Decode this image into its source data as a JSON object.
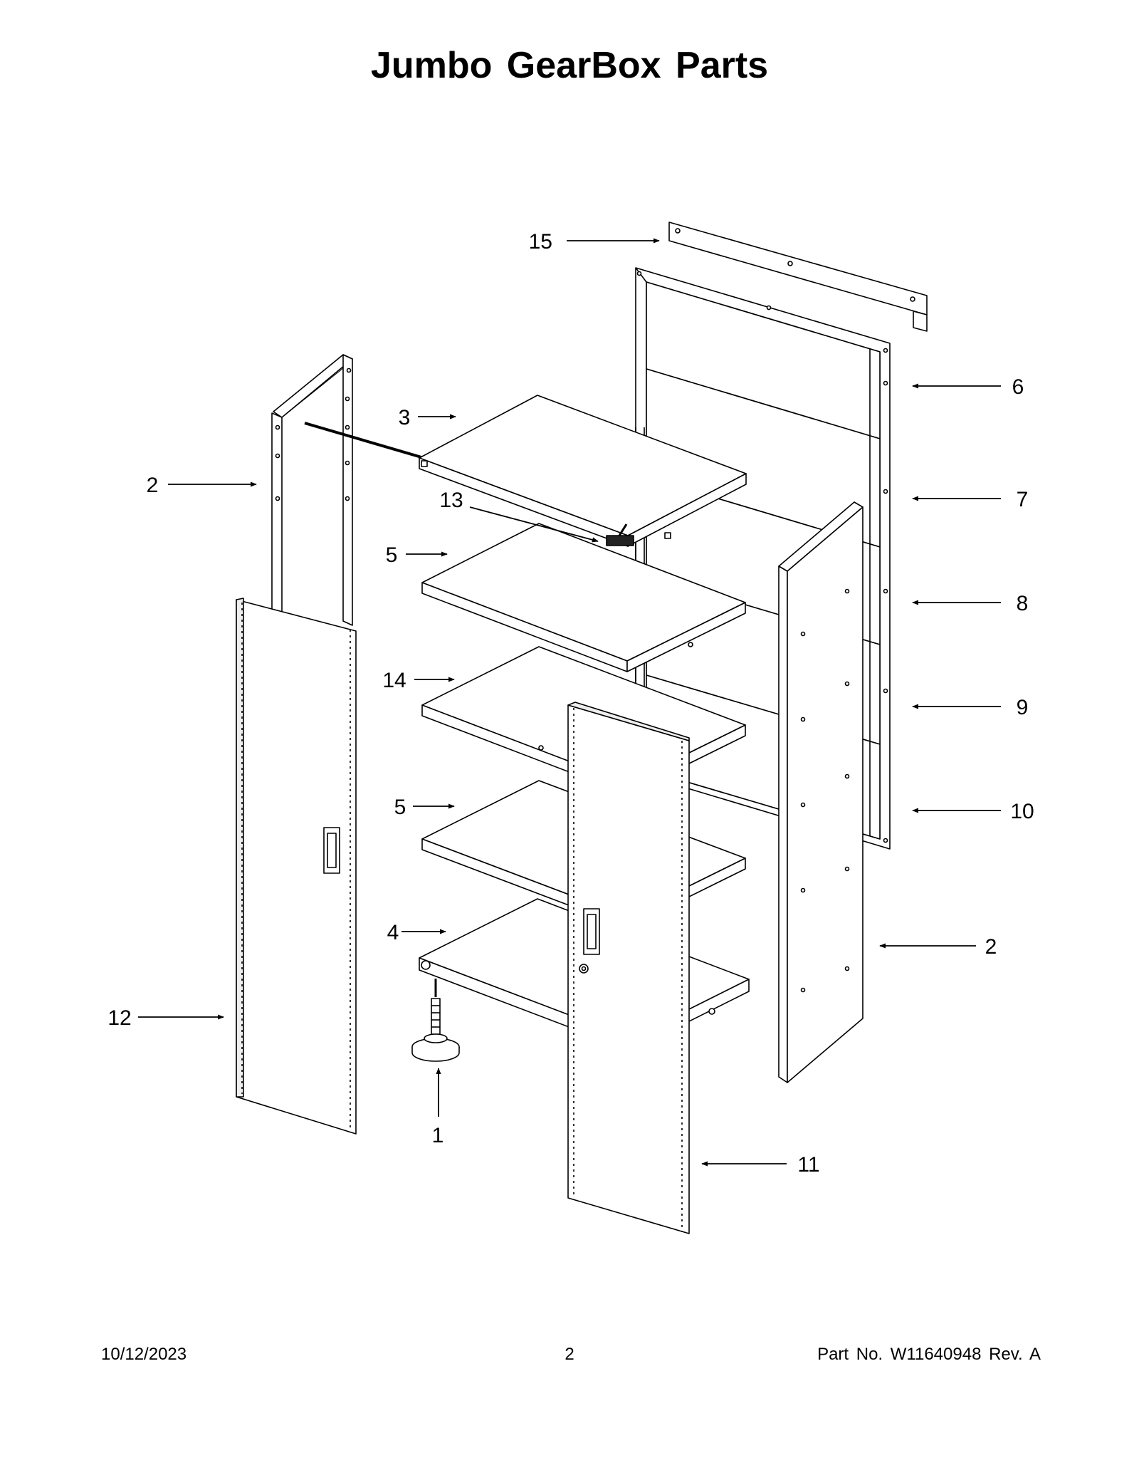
{
  "title": "Jumbo GearBox Parts",
  "callouts": [
    {
      "id": "1",
      "label": "1"
    },
    {
      "id": "2l",
      "label": "2"
    },
    {
      "id": "2r",
      "label": "2"
    },
    {
      "id": "3",
      "label": "3"
    },
    {
      "id": "4",
      "label": "4"
    },
    {
      "id": "5a",
      "label": "5"
    },
    {
      "id": "5b",
      "label": "5"
    },
    {
      "id": "6",
      "label": "6"
    },
    {
      "id": "7",
      "label": "7"
    },
    {
      "id": "8",
      "label": "8"
    },
    {
      "id": "9",
      "label": "9"
    },
    {
      "id": "10",
      "label": "10"
    },
    {
      "id": "11",
      "label": "11"
    },
    {
      "id": "12",
      "label": "12"
    },
    {
      "id": "13",
      "label": "13"
    },
    {
      "id": "14",
      "label": "14"
    },
    {
      "id": "15",
      "label": "15"
    }
  ],
  "footer": {
    "date": "10/12/2023",
    "page": "2",
    "part": "Part No.  W11640948  Rev.  A"
  }
}
